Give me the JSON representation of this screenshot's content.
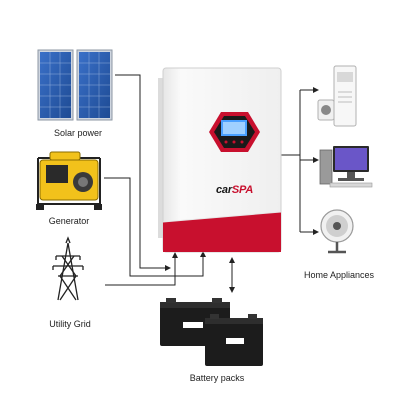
{
  "diagram": {
    "sources": [
      {
        "id": "solar",
        "label": "Solar power",
        "icon": "solar-panel-icon"
      },
      {
        "id": "generator",
        "label": "Generator",
        "icon": "generator-icon"
      },
      {
        "id": "grid",
        "label": "Utility Grid",
        "icon": "power-tower-icon"
      }
    ],
    "inverter": {
      "brand_prefix": "car",
      "brand_accent": "SPA",
      "icon": "solar-inverter-icon"
    },
    "storage": {
      "label": "Battery packs",
      "icon": "battery-icon"
    },
    "loads": {
      "label": "Home Appliances",
      "items": [
        {
          "id": "ac",
          "icon": "air-conditioner-icon"
        },
        {
          "id": "pc",
          "icon": "desktop-computer-icon"
        },
        {
          "id": "fan",
          "icon": "fan-icon"
        }
      ]
    }
  },
  "colors": {
    "line": "#222222",
    "inverter_body": "#f4f4f4",
    "inverter_red": "#c8102e",
    "solar_blue": "#2b5fb0",
    "generator_yellow": "#f2c21b",
    "battery_black": "#1c1c1c"
  }
}
